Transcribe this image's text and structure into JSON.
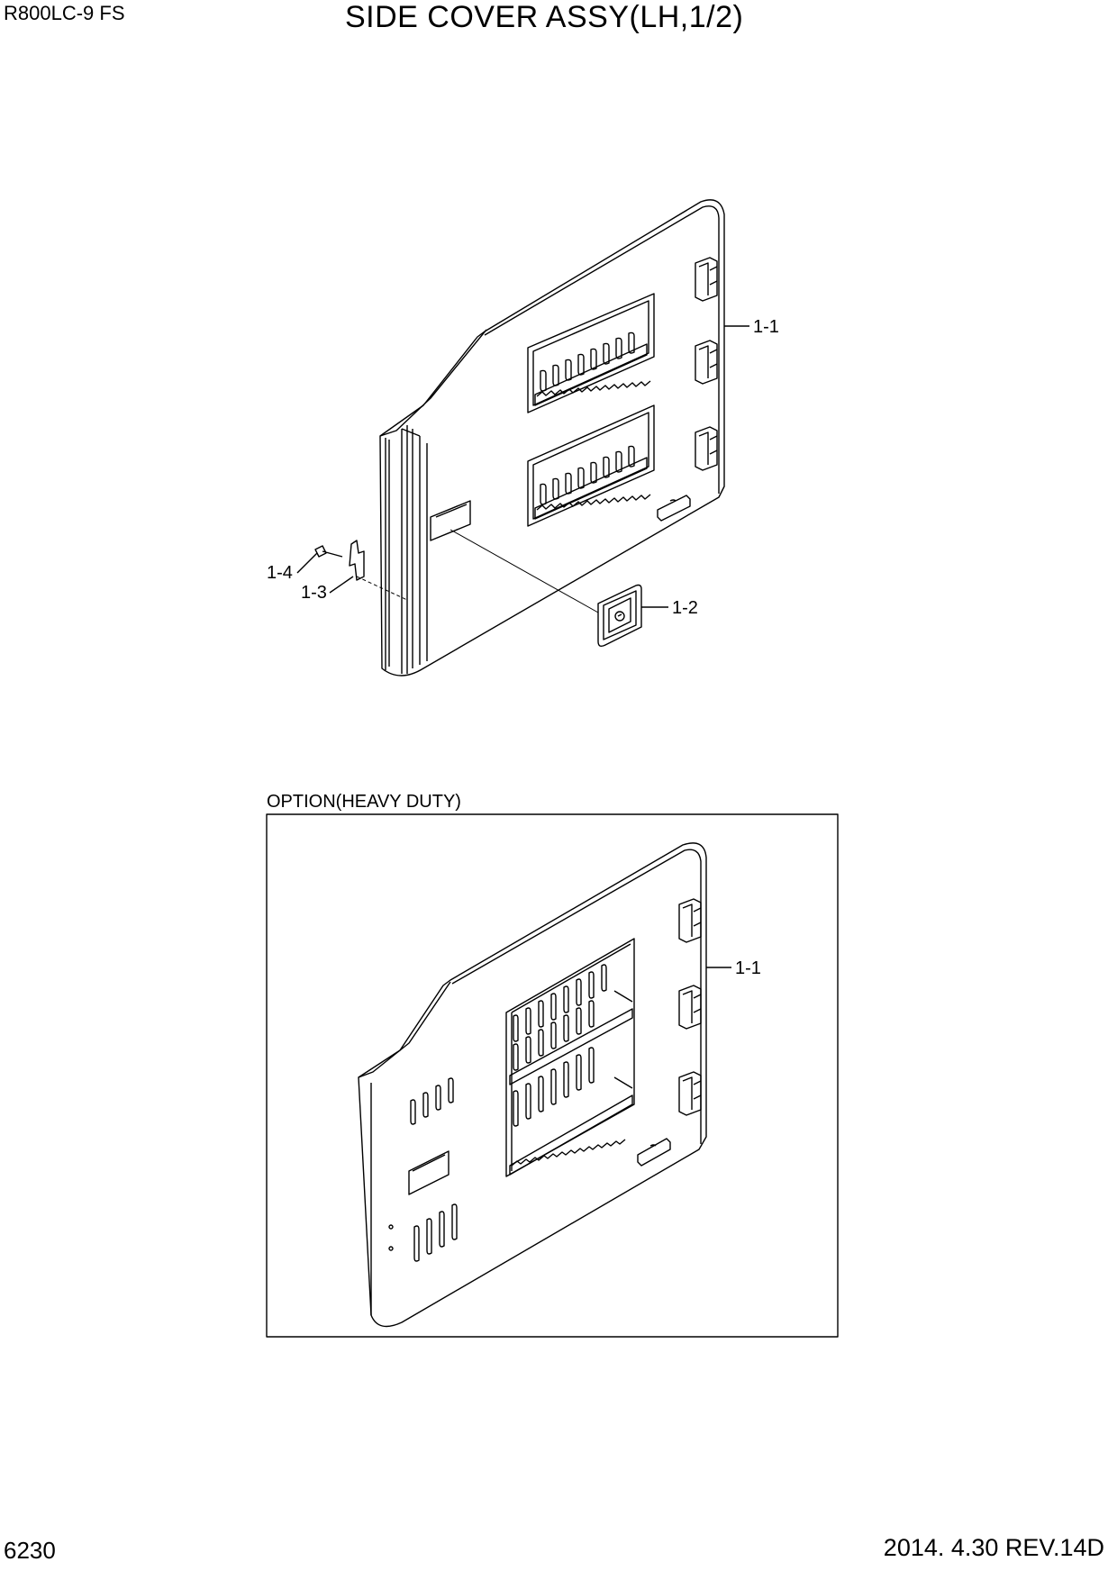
{
  "header": {
    "model": "R800LC-9 FS",
    "title": "SIDE COVER ASSY(LH,1/2)"
  },
  "callouts": {
    "c1_1_top": "1-1",
    "c1_2": "1-2",
    "c1_3": "1-3",
    "c1_4": "1-4",
    "c1_1_option": "1-1"
  },
  "option": {
    "label": "OPTION(HEAVY DUTY)"
  },
  "footer": {
    "page_number": "6230",
    "revision": "2014. 4.30  REV.14D"
  }
}
